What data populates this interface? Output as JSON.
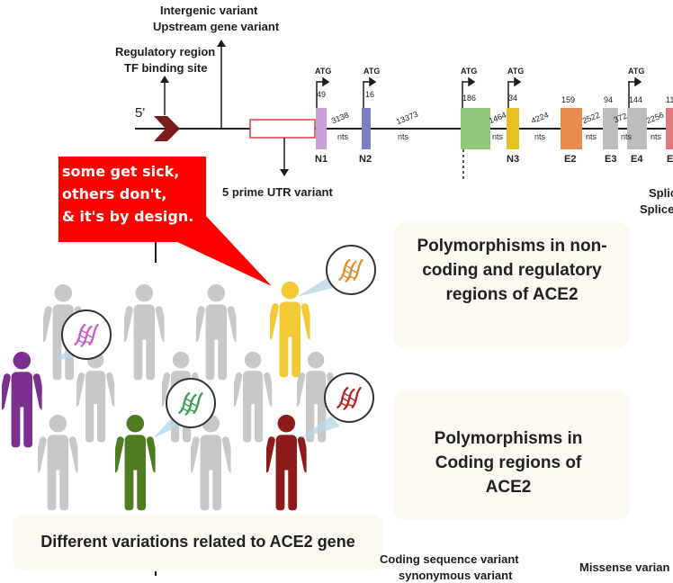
{
  "gene_labels": {
    "intergenic": "Intergenic variant",
    "upstream": "Upstream gene variant",
    "regulatory": "Regulatory region",
    "tf_binding": "TF binding site",
    "five_prime": "5'",
    "utr": "5 prime UTR variant",
    "splice1": "Splic",
    "splice2": "Splice"
  },
  "start_codon": "ATG",
  "exons": [
    {
      "name": "N1",
      "size": "49",
      "color": "#c9a0d6"
    },
    {
      "name": "N2",
      "size": "16",
      "color": "#7b7fc4"
    },
    {
      "name": "",
      "size": "186",
      "color": "#8fc87a"
    },
    {
      "name": "N3",
      "size": "34",
      "color": "#e6c31c"
    },
    {
      "name": "E2",
      "size": "159",
      "color": "#eb8a4d"
    },
    {
      "name": "E3",
      "size": "94",
      "color": "#bdbdbd"
    },
    {
      "name": "E4",
      "size": "144",
      "color": "#bdbdbd"
    },
    {
      "name": "E",
      "size": "11",
      "color": "#e07a7a"
    }
  ],
  "introns": [
    {
      "length": "3138",
      "unit": "nts"
    },
    {
      "length": "13373",
      "unit": "nts"
    },
    {
      "length": "1464",
      "unit": "nts"
    },
    {
      "length": "4224",
      "unit": "nts"
    },
    {
      "length": "2522",
      "unit": "nts"
    },
    {
      "length": "372",
      "unit": "nts"
    },
    {
      "length": "2256",
      "unit": "nts"
    }
  ],
  "callout": {
    "text": "some get sick,\nothers don't,\n& it's by design.",
    "color": "#ff0000"
  },
  "boxes": {
    "noncoding": "Polymorphisms in non-coding and regulatory regions of ACE2",
    "coding": "Polymorphisms in Coding regions of ACE2",
    "variations": "Different variations related to ACE2 gene"
  },
  "bottom_labels": {
    "coding_variant": "Coding sequence variant",
    "synonymous": "synonymous variant",
    "missense": "Missense varian"
  },
  "colors": {
    "person_default": "#c8c8c8",
    "person_yellow": "#f3c936",
    "person_purple": "#7b2f8e",
    "person_green": "#4f7c22",
    "person_red": "#8e1b1b",
    "box_bg": "#fcf8f2"
  }
}
